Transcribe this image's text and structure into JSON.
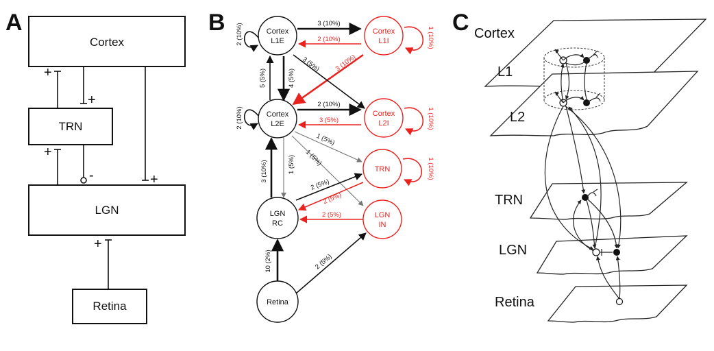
{
  "panels": {
    "a": {
      "letter": "A",
      "boxes": {
        "cortex": "Cortex",
        "trn": "TRN",
        "lgn": "LGN",
        "retina": "Retina"
      },
      "signs": {
        "plus": "+",
        "minus": "-"
      }
    },
    "b": {
      "letter": "B",
      "nodes": {
        "cortex_l1e": [
          "Cortex",
          "L1E"
        ],
        "cortex_l1i": [
          "Cortex",
          "L1I"
        ],
        "cortex_l2e": [
          "Cortex",
          "L2E"
        ],
        "cortex_l2i": [
          "Cortex",
          "L2I"
        ],
        "trn": [
          "TRN"
        ],
        "lgn_rc": [
          "LGN",
          "RC"
        ],
        "lgn_in": [
          "LGN",
          "IN"
        ],
        "retina": [
          "Retina"
        ]
      },
      "edge_labels": {
        "l1e_self": "2 (10%)",
        "l1e_to_l1i": "3 (10%)",
        "l1i_to_l1e": "2 (10%)",
        "l1i_self": "1 (10%)",
        "l1i_to_l2e": "3 (10%)",
        "l1e_to_l2i": "3 (5%)",
        "l2e_to_l1e": "5 (5%)",
        "l1e_to_l2e": "4 (5%)",
        "l2e_self": "2 (10%)",
        "l2e_to_l2i": "2 (10%)",
        "l2i_to_l2e": "3 (5%)",
        "l2i_self": "1 (10%)",
        "l2e_to_trn": "1 (5%)",
        "l2e_to_lgnin": "1 (5%)",
        "l2e_to_lgnrc": "1 (5%)",
        "trn_self": "1 (10%)",
        "lgnrc_to_l2e": "3 (10%)",
        "lgnrc_to_trn": "2 (5%)",
        "trn_to_lgnrc": "2 (5%)",
        "lgnin_to_lgnrc": "2 (5%)",
        "retina_to_lgnrc": "10 (2%)",
        "retina_to_lgnin": "2 (5%)"
      }
    },
    "c": {
      "letter": "C",
      "layers": {
        "cortex": "Cortex",
        "l1": "L1",
        "l2": "L2",
        "trn": "TRN",
        "lgn": "LGN",
        "retina": "Retina"
      }
    }
  },
  "colors": {
    "excitatory": "#111111",
    "inhibitory": "#e8231f"
  }
}
